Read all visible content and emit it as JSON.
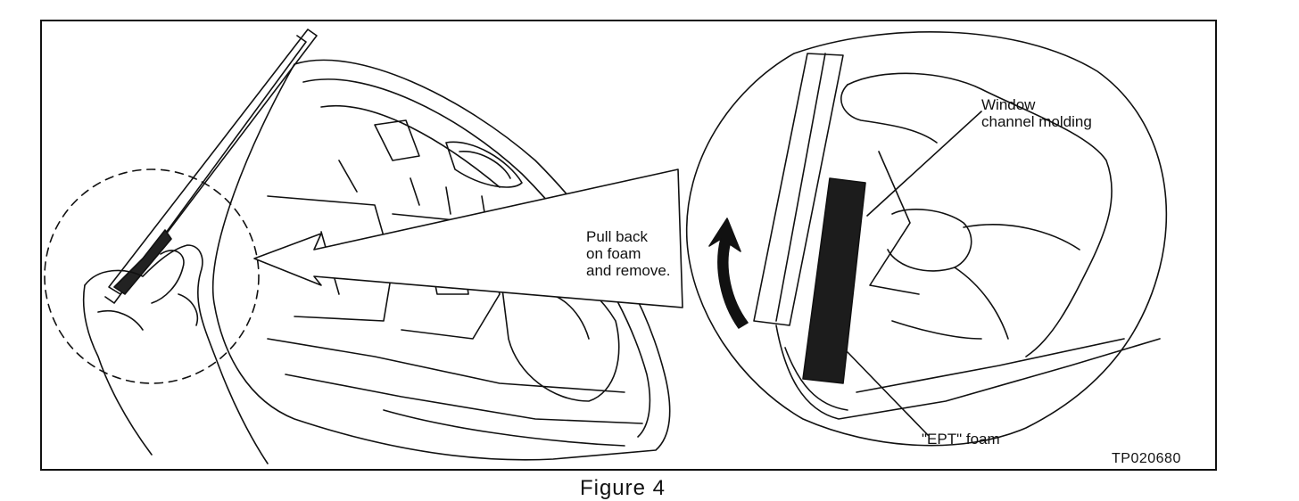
{
  "figure": {
    "caption": "Figure 4",
    "code": "TP020680"
  },
  "callouts": {
    "pull_back": "Pull back\non foam\nand remove.",
    "window_channel": "Window\nchannel  molding",
    "ept_foam": "\"EPT\" foam"
  },
  "icons": {
    "arrow": "curved-arrow-icon",
    "pointer": "magnify-pointer-arrow-icon"
  }
}
